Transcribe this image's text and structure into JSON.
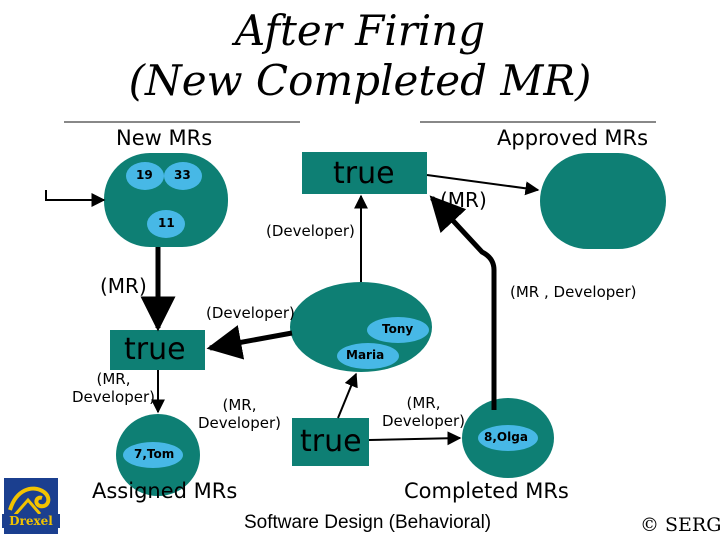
{
  "slide": {
    "title_line1": "After Firing",
    "title_line2": "(New Completed MR)",
    "footer": "Software Design (Behavioral)",
    "copyright": "© SERG"
  },
  "logo": {
    "name": "Drexel",
    "subtitle": "UNIVERSITY",
    "colors": {
      "gold": "#F2C300",
      "blue": "#1B3F8F"
    }
  },
  "places": {
    "new_mrs": {
      "label": "New MRs",
      "tokens": [
        "19",
        "33",
        "11"
      ]
    },
    "approved_mrs": {
      "label": "Approved MRs",
      "tokens": []
    },
    "developers": {
      "tokens": [
        "Tony",
        "Maria"
      ]
    },
    "assigned_mrs": {
      "label": "Assigned MRs",
      "tokens": [
        "7,Tom"
      ]
    },
    "completed_mrs": {
      "label": "Completed MRs",
      "tokens": [
        "8,Olga"
      ]
    }
  },
  "transitions": {
    "approve": {
      "guard": "true"
    },
    "assign": {
      "guard": "true"
    },
    "complete": {
      "guard": "true"
    }
  },
  "arc_labels": {
    "new_to_assign": "(MR)",
    "approve_to_approved": "(MR)",
    "dev_to_approve": "(Developer)",
    "approved_to_complete": "(MR , Developer)",
    "dev_to_assign": "(Developer)",
    "assign_to_assigned": "(MR,\nDeveloper)",
    "assigned_to_complete": "(MR,\nDeveloper)",
    "complete_to_completed": "(MR,\nDeveloper)"
  },
  "colors": {
    "place_fill": "#0E7F74",
    "token_fill": "#47B8E6",
    "line": "#000000",
    "background": "#ffffff"
  }
}
